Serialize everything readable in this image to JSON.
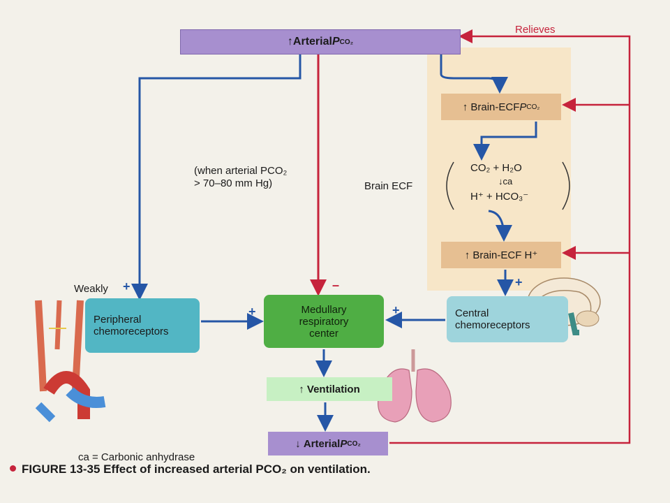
{
  "arterial_increase": {
    "arrow": "↑",
    "label": "Arterial ",
    "p": "P",
    "sub": "CO₂"
  },
  "relieves": "Relieves",
  "brain_ecf_pco2": {
    "arrow": "↑",
    "label": "Brain-ECF ",
    "p": "P",
    "sub": "CO₂"
  },
  "brain_ecf_label": "Brain ECF",
  "reaction": {
    "line1": "CO₂ + H₂O",
    "enzyme": "↓ca",
    "line2": "H⁺ + HCO₃⁻"
  },
  "brain_ecf_h": {
    "arrow": "↑",
    "label": "Brain-ECF H⁺"
  },
  "condition": {
    "line1": "(when arterial PCO₂",
    "line2": "> 70–80 mm Hg)"
  },
  "weakly": "Weakly",
  "peripheral": {
    "line1": "Peripheral",
    "line2": "chemoreceptors"
  },
  "medullary": {
    "line1": "Medullary",
    "line2": "respiratory",
    "line3": "center"
  },
  "central": {
    "line1": "Central",
    "line2": "chemoreceptors"
  },
  "ventilation": {
    "arrow": "↑",
    "label": "Ventilation"
  },
  "arterial_decrease": {
    "arrow": "↓",
    "label": "Arterial ",
    "p": "P",
    "sub": "CO₂"
  },
  "legend": "ca = Carbonic anhydrase",
  "caption": "FIGURE 13-35 Effect of increased arterial PCO₂ on ventilation.",
  "signs": {
    "plus": "+",
    "minus": "–"
  },
  "colors": {
    "blue_arrow": "#2556a6",
    "red_arrow": "#c6233c",
    "purple_box": "#a78fcf",
    "tan_box": "#e6bf92",
    "green_box": "#4fae44",
    "teal_box": "#52b6c4"
  },
  "icons": [
    "carotid-aortic-bodies-illustration",
    "brain-illustration",
    "lungs-illustration"
  ]
}
